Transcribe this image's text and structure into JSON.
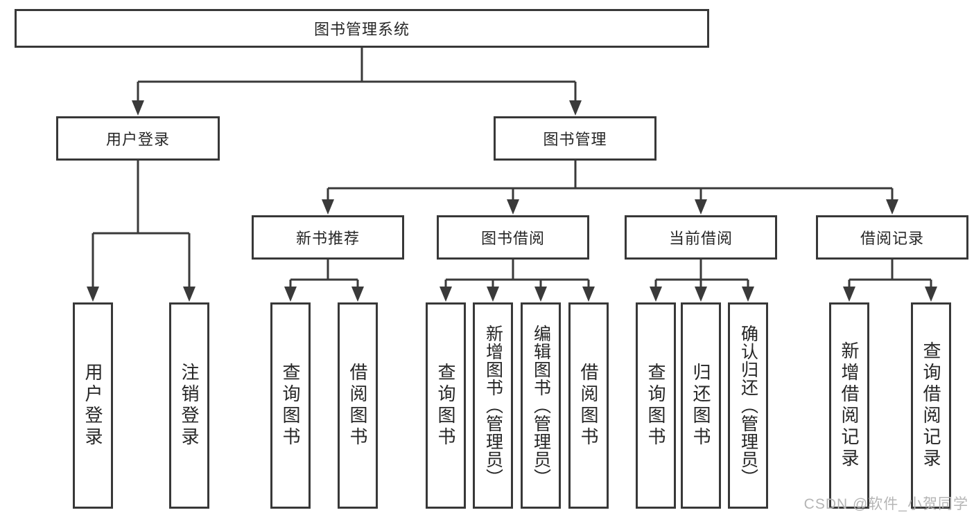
{
  "diagram": {
    "root": {
      "label": "图书管理系统"
    },
    "branches": [
      {
        "label": "用户登录",
        "children": [
          {
            "label": "用户登录"
          },
          {
            "label": "注销登录"
          }
        ]
      },
      {
        "label": "图书管理",
        "children": [
          {
            "label": "新书推荐",
            "children": [
              {
                "label": "查询图书"
              },
              {
                "label": "借阅图书"
              }
            ]
          },
          {
            "label": "图书借阅",
            "children": [
              {
                "label": "查询图书"
              },
              {
                "label": "新增图书（管理员）"
              },
              {
                "label": "编辑图书（管理员）"
              },
              {
                "label": "借阅图书"
              }
            ]
          },
          {
            "label": "当前借阅",
            "children": [
              {
                "label": "查询图书"
              },
              {
                "label": "归还图书"
              },
              {
                "label": "确认归还（管理员）"
              }
            ]
          },
          {
            "label": "借阅记录",
            "children": [
              {
                "label": "新增借阅记录"
              },
              {
                "label": "查询借阅记录"
              }
            ]
          }
        ]
      }
    ],
    "line_color": "#3a3a3a"
  },
  "watermark": {
    "text": "CSDN @软件_小贺同学"
  }
}
